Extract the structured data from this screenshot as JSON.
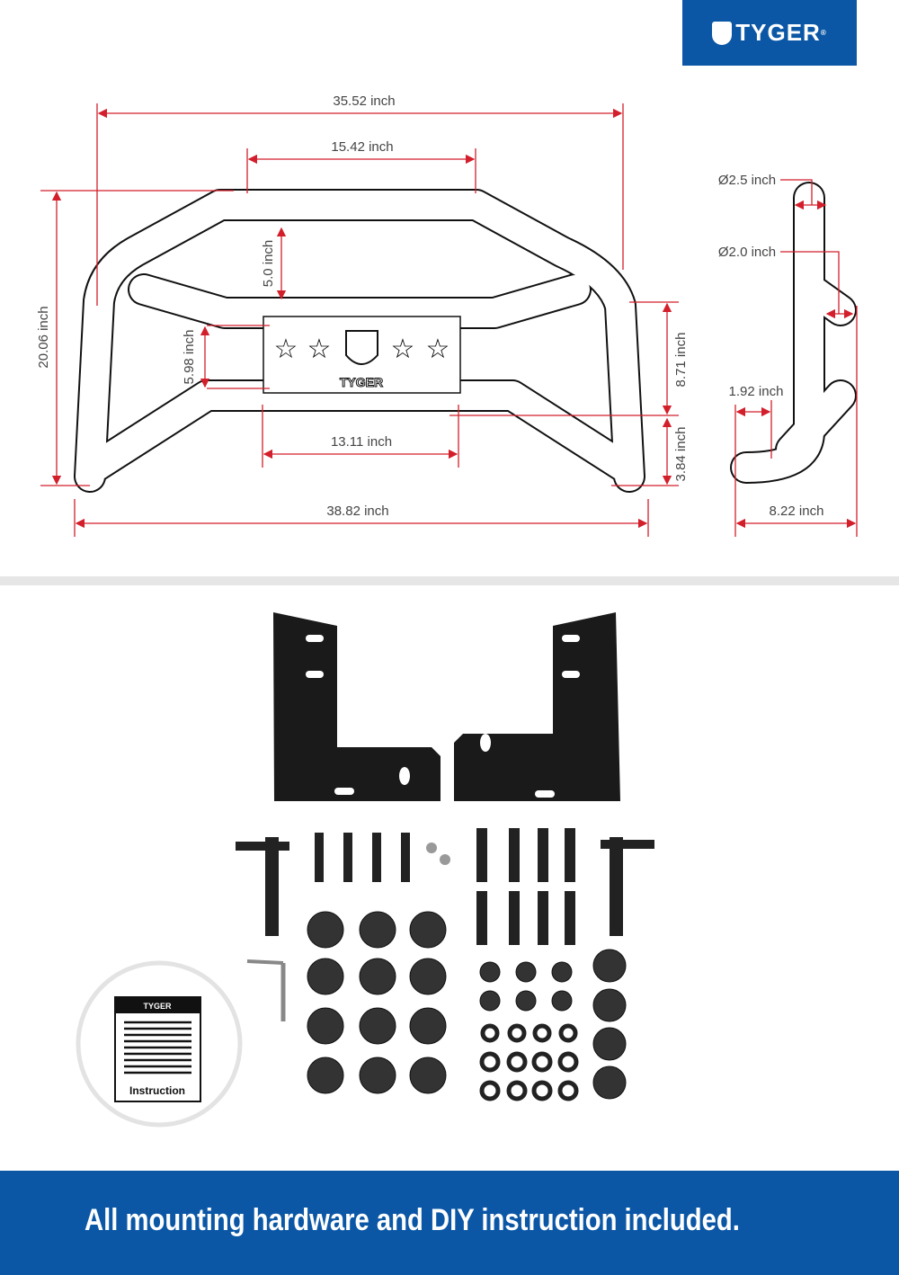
{
  "brand": {
    "name": "TYGER",
    "mark": "®",
    "plate_text": "TYGER"
  },
  "dimensions": {
    "overall_top_width": "35.52 inch",
    "top_bar_width": "15.42 inch",
    "top_drop": "5.0 inch",
    "overall_height": "20.06 inch",
    "inner_gap": "5.98 inch",
    "plate_height": "8.71 inch",
    "bottom_height": "3.84 inch",
    "plate_width": "13.11 inch",
    "overall_bottom_width": "38.82 inch",
    "tube_diameter_main": "Ø2.5 inch",
    "tube_diameter_secondary": "Ø2.0 inch",
    "side_offset": "1.92 inch",
    "side_depth": "8.22 inch"
  },
  "instruction_label": "Instruction",
  "banner_text": "All mounting hardware and DIY instruction included.",
  "colors": {
    "brand_blue": "#0b57a6",
    "dimension_red": "#d21f2b"
  }
}
